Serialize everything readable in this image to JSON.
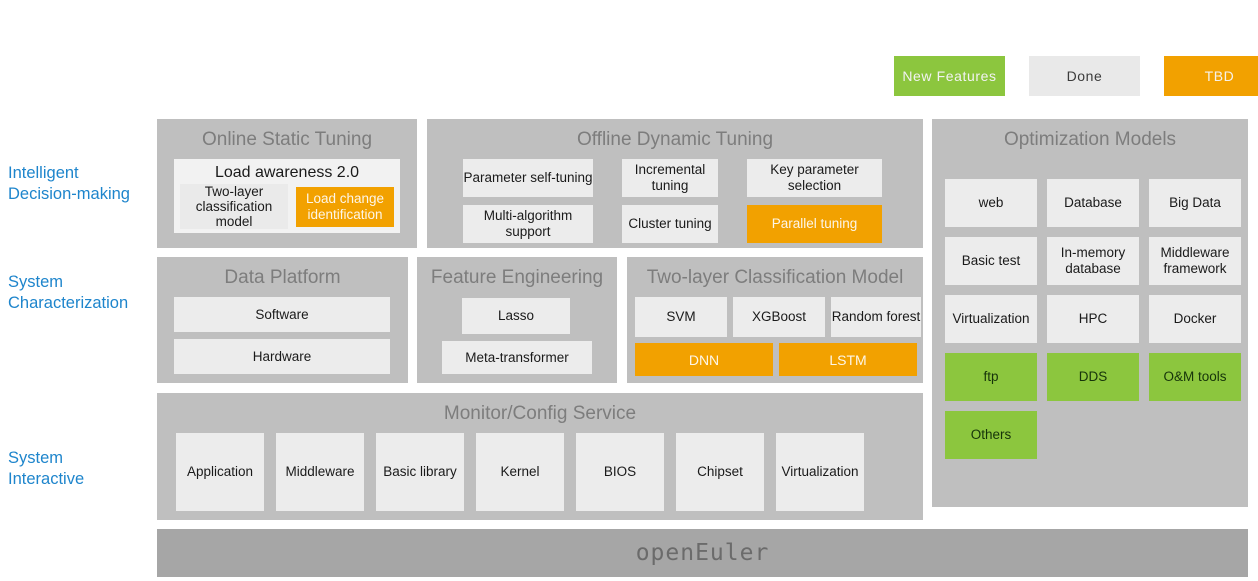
{
  "legend": {
    "items": [
      {
        "label": "New Features",
        "color": "#8cc63e",
        "kind": "new"
      },
      {
        "label": "Done",
        "color": "#e9e9e9",
        "kind": "done"
      },
      {
        "label": "TBD",
        "color": "#f2a100",
        "kind": "tbd"
      }
    ]
  },
  "axis_labels": [
    {
      "line1": "Intelligent",
      "line2": "Decision-making"
    },
    {
      "line1": "System",
      "line2": "Characterization"
    },
    {
      "line1": "System",
      "line2": "Interactive"
    }
  ],
  "colors": {
    "accent_blue": "#1e85cc",
    "panel_gray": "#bfbfbf",
    "box_gray": "#ececec",
    "orange": "#f2a100",
    "green": "#8cc63e",
    "footer_gray": "#a6a6a6",
    "title_gray": "#7d7d7d"
  },
  "panels": {
    "online_static_tuning": {
      "title": "Online Static Tuning",
      "load_awareness": {
        "title": "Load awareness 2.0",
        "two_layer": "Two-layer classification model",
        "load_change": "Load change identification"
      }
    },
    "offline_dynamic_tuning": {
      "title": "Offline Dynamic Tuning",
      "items": [
        {
          "label": "Parameter self-tuning",
          "state": "done"
        },
        {
          "label": "Incremental tuning",
          "state": "done"
        },
        {
          "label": "Key parameter selection",
          "state": "done"
        },
        {
          "label": "Multi-algorithm support",
          "state": "done"
        },
        {
          "label": "Cluster tuning",
          "state": "done"
        },
        {
          "label": "Parallel tuning",
          "state": "tbd"
        }
      ]
    },
    "optimization_models": {
      "title": "Optimization Models",
      "items": [
        {
          "label": "web",
          "state": "done"
        },
        {
          "label": "Database",
          "state": "done"
        },
        {
          "label": "Big Data",
          "state": "done"
        },
        {
          "label": "Basic test",
          "state": "done"
        },
        {
          "label": "In-memory database",
          "state": "done"
        },
        {
          "label": "Middleware framework",
          "state": "done"
        },
        {
          "label": "Virtualization",
          "state": "done"
        },
        {
          "label": "HPC",
          "state": "done"
        },
        {
          "label": "Docker",
          "state": "done"
        },
        {
          "label": "ftp",
          "state": "new"
        },
        {
          "label": "DDS",
          "state": "new"
        },
        {
          "label": "O&M tools",
          "state": "new"
        },
        {
          "label": "Others",
          "state": "new"
        }
      ]
    },
    "data_platform": {
      "title": "Data Platform",
      "items": [
        {
          "label": "Software",
          "state": "done"
        },
        {
          "label": "Hardware",
          "state": "done"
        }
      ]
    },
    "feature_engineering": {
      "title": "Feature Engineering",
      "items": [
        {
          "label": "Lasso",
          "state": "done"
        },
        {
          "label": "Meta-transformer",
          "state": "done"
        }
      ]
    },
    "two_layer_classification_model": {
      "title": "Two-layer Classification Model",
      "row1": [
        {
          "label": "SVM",
          "state": "done"
        },
        {
          "label": "XGBoost",
          "state": "done"
        },
        {
          "label": "Random forest",
          "state": "done"
        }
      ],
      "row2": [
        {
          "label": "DNN",
          "state": "tbd"
        },
        {
          "label": "LSTM",
          "state": "tbd"
        }
      ]
    },
    "monitor_config_service": {
      "title": "Monitor/Config Service",
      "items": [
        {
          "label": "Application",
          "state": "done"
        },
        {
          "label": "Middleware",
          "state": "done"
        },
        {
          "label": "Basic library",
          "state": "done"
        },
        {
          "label": "Kernel",
          "state": "done"
        },
        {
          "label": "BIOS",
          "state": "done"
        },
        {
          "label": "Chipset",
          "state": "done"
        },
        {
          "label": "Virtualization",
          "state": "done"
        }
      ]
    }
  },
  "footer": {
    "label": "openEuler"
  }
}
